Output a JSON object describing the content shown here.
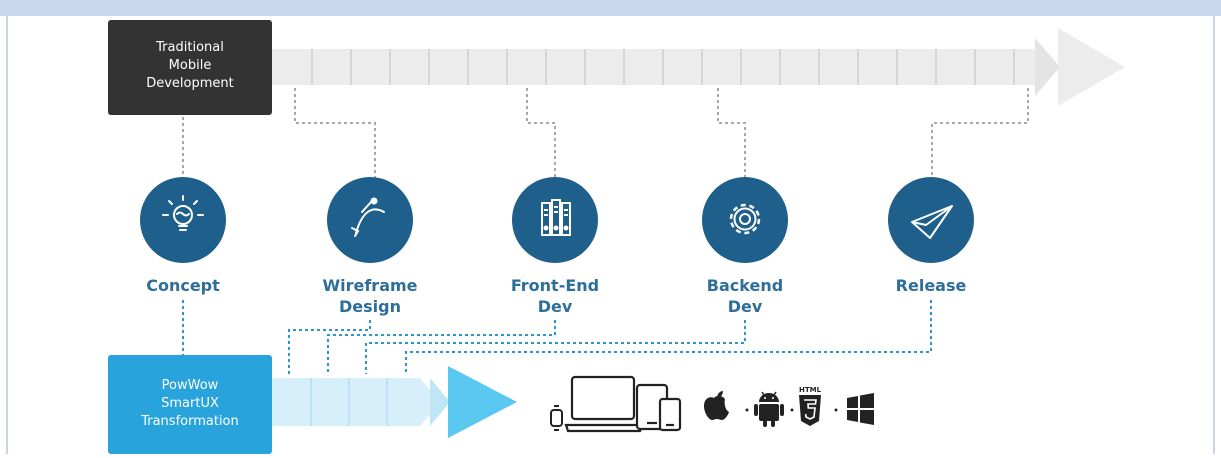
{
  "traditional_box": {
    "label_lines": [
      "Traditional",
      "Mobile",
      "Development"
    ]
  },
  "powwow_box": {
    "label_lines": [
      "PowWow",
      "SmartUX",
      "Transformation"
    ]
  },
  "stages": [
    {
      "id": "concept",
      "label_lines": [
        "Concept"
      ],
      "icon": "lightbulb-icon"
    },
    {
      "id": "wireframe",
      "label_lines": [
        "Wireframe",
        "Design"
      ],
      "icon": "pen-tool-icon"
    },
    {
      "id": "frontend",
      "label_lines": [
        "Front-End",
        "Dev"
      ],
      "icon": "server-icon"
    },
    {
      "id": "backend",
      "label_lines": [
        "Backend",
        "Dev"
      ],
      "icon": "gear-icon"
    },
    {
      "id": "release",
      "label_lines": [
        "Release"
      ],
      "icon": "paper-plane-icon"
    }
  ],
  "devices": [
    "watch-icon",
    "laptop-icon",
    "tablet-icon",
    "phone-icon"
  ],
  "platforms": [
    {
      "icon": "apple-icon"
    },
    {
      "icon": "android-icon"
    },
    {
      "icon": "html5-icon",
      "text": "HTML"
    },
    {
      "icon": "windows-icon"
    }
  ],
  "colors": {
    "dark_box": "#333333",
    "circle": "#1f5f8b",
    "label": "#2e6e9a",
    "light_blue_box": "#29a3dc",
    "arrow_light": "#bfe6f7",
    "arrow_bright": "#5ac8f0",
    "gray_arrow": "#ececec",
    "border": "#b7c7df"
  }
}
